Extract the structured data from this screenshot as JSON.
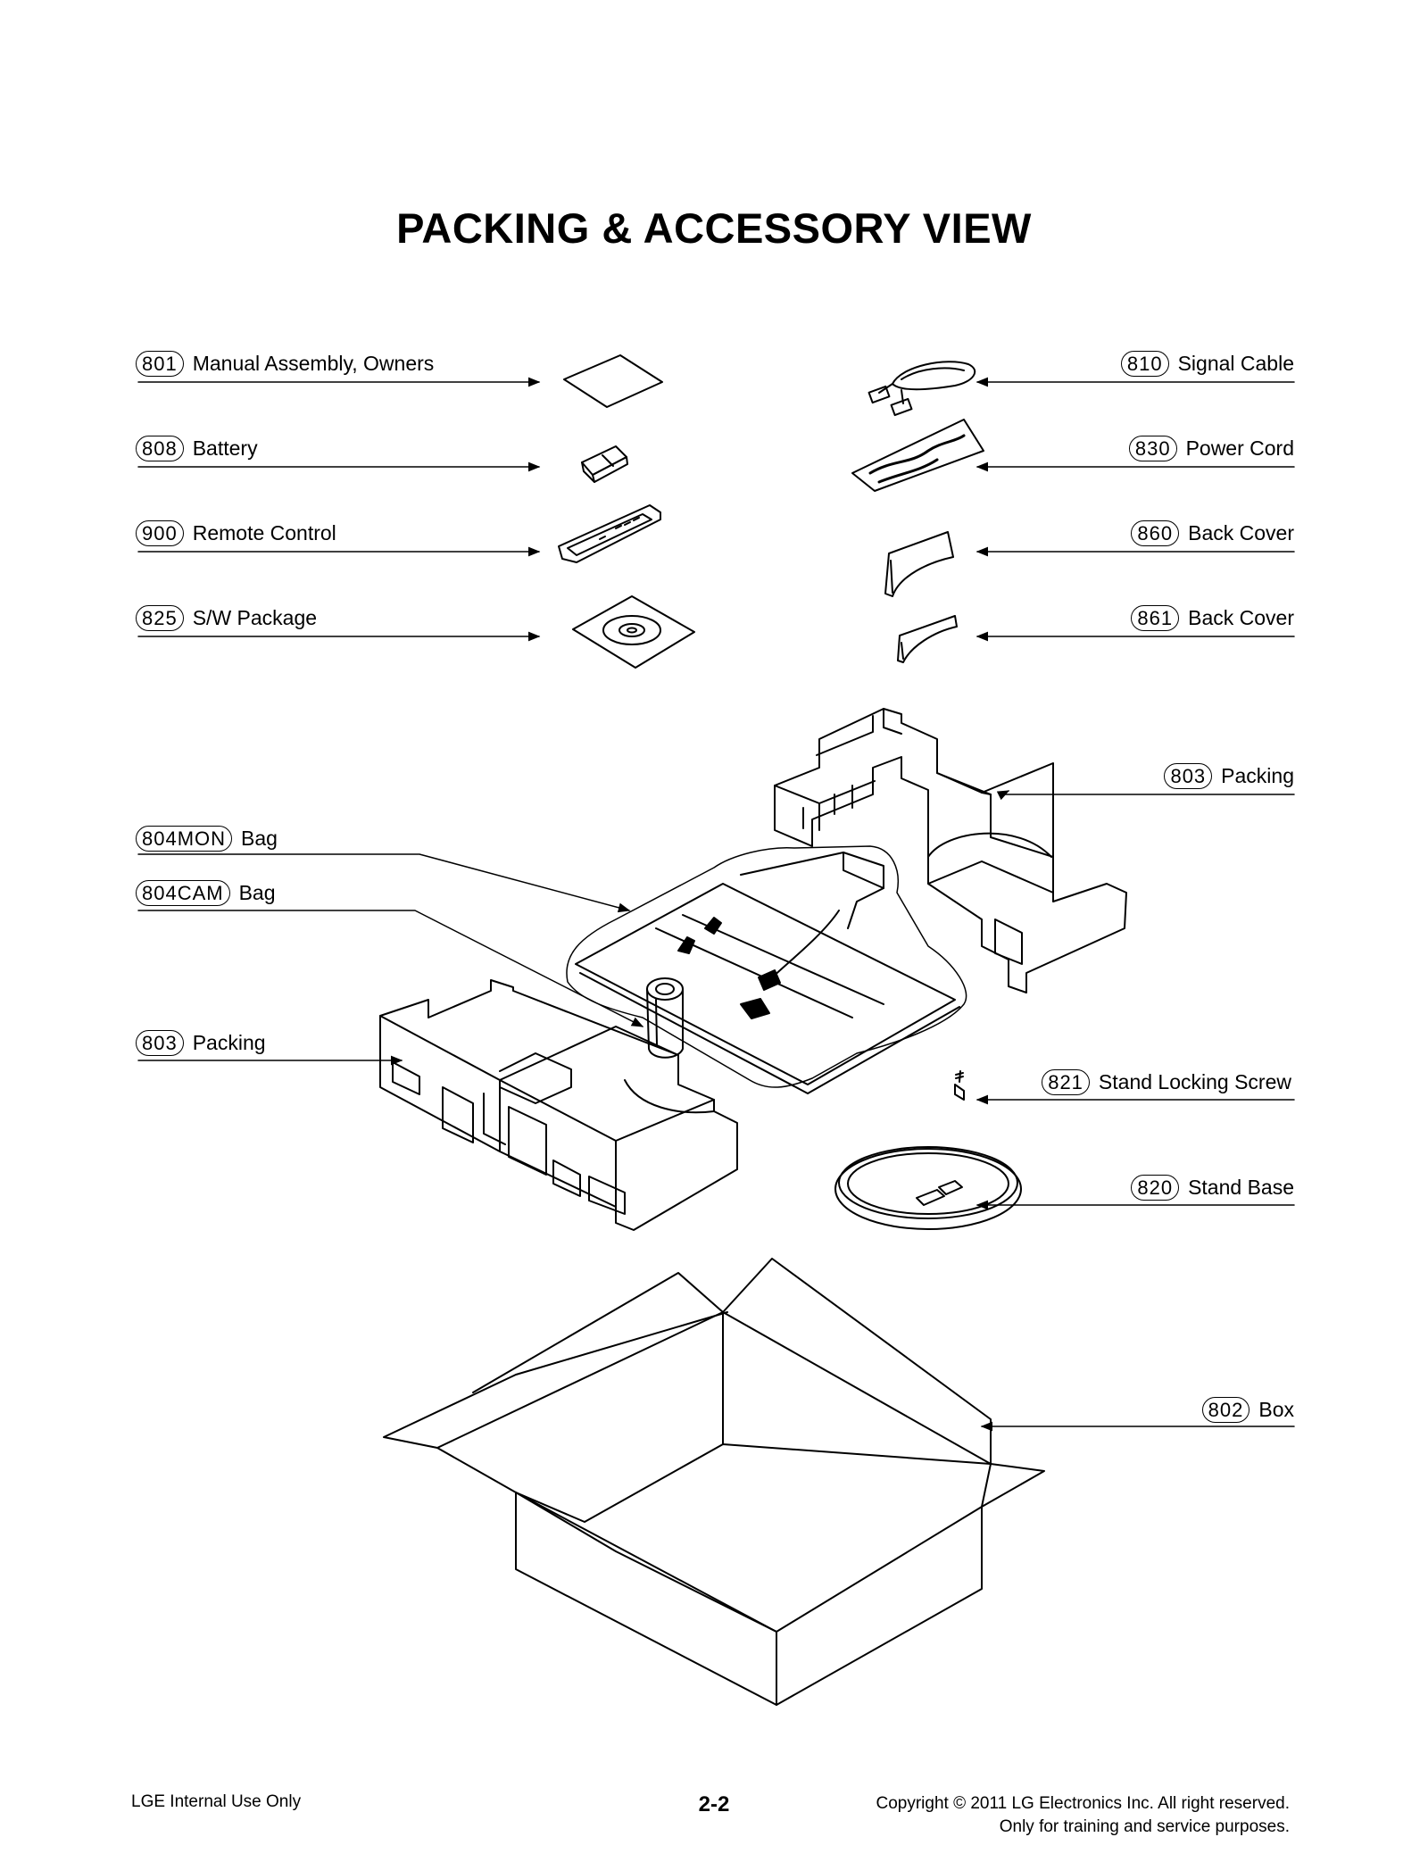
{
  "title": "PACKING & ACCESSORY VIEW",
  "callouts": [
    {
      "id": "c801",
      "number": "801",
      "label": "Manual Assembly, Owners"
    },
    {
      "id": "c808",
      "number": "808",
      "label": "Battery"
    },
    {
      "id": "c900",
      "number": "900",
      "label": "Remote Control"
    },
    {
      "id": "c825",
      "number": "825",
      "label": "S/W Package"
    },
    {
      "id": "c810",
      "number": "810",
      "label": "Signal Cable"
    },
    {
      "id": "c830",
      "number": "830",
      "label": "Power Cord"
    },
    {
      "id": "c860",
      "number": "860",
      "label": "Back Cover"
    },
    {
      "id": "c861",
      "number": "861",
      "label": "Back Cover"
    },
    {
      "id": "c803a",
      "number": "803",
      "label": "Packing"
    },
    {
      "id": "c804mon",
      "number": "804MON",
      "label": "Bag"
    },
    {
      "id": "c804cam",
      "number": "804CAM",
      "label": "Bag"
    },
    {
      "id": "c803b",
      "number": "803",
      "label": "Packing"
    },
    {
      "id": "c821",
      "number": "821",
      "label": "Stand Locking Screw"
    },
    {
      "id": "c820",
      "number": "820",
      "label": "Stand Base"
    },
    {
      "id": "c802",
      "number": "802",
      "label": "Box"
    }
  ],
  "footer": {
    "left": "LGE Internal Use Only",
    "page": "2-2",
    "right_line1": "Copyright © 2011 LG Electronics Inc. All right reserved.",
    "right_line2": "Only for training and service purposes."
  }
}
